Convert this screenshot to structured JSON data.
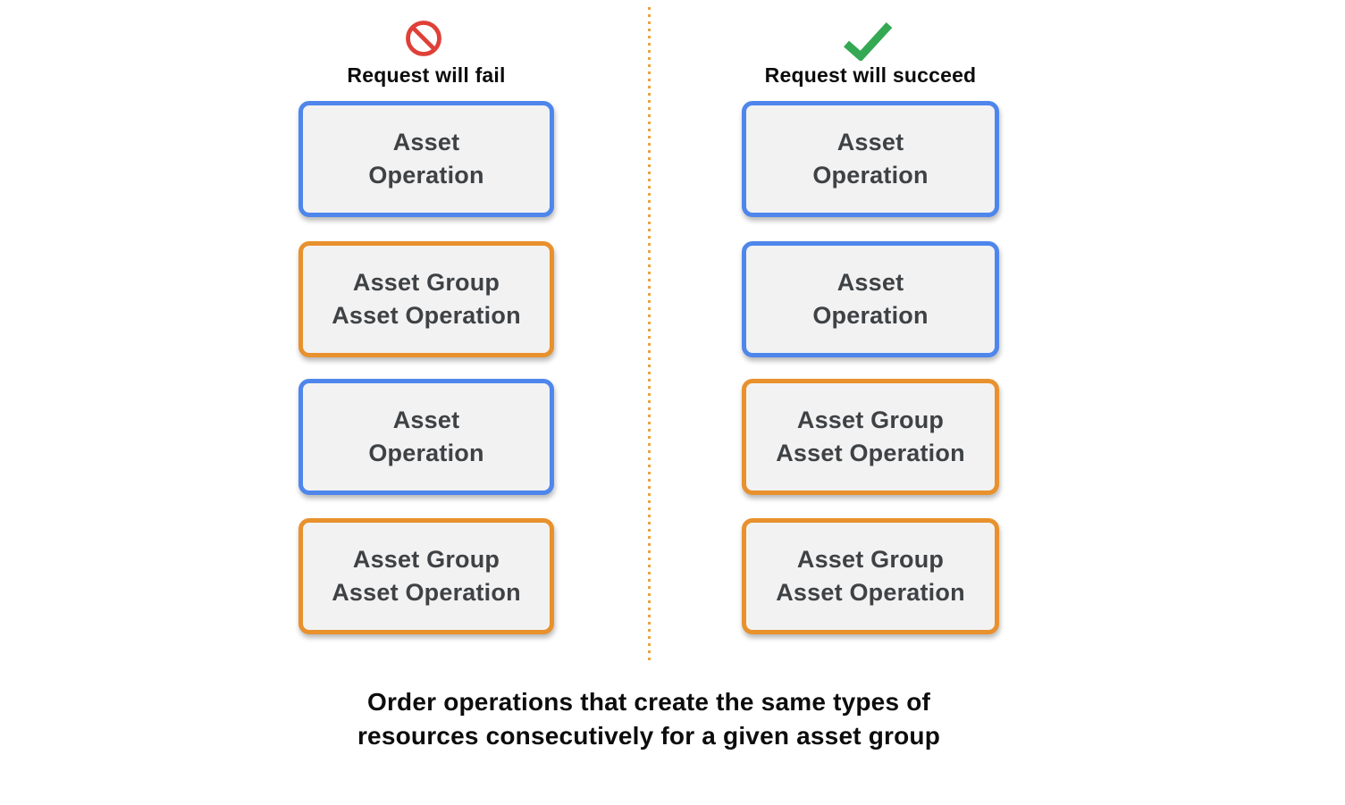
{
  "colors": {
    "blue_border": "#4e86ec",
    "orange_border": "#e8912d",
    "box_fill": "#f2f2f2",
    "box_text": "#3f4245",
    "fail_red": "#df4037",
    "success_green": "#34a853",
    "divider_orange": "#eca23e",
    "heading_text": "#0c0c0c"
  },
  "fail_column": {
    "heading": "Request will fail",
    "icon": "prohibition-icon",
    "boxes": [
      {
        "style": "blue",
        "lines": [
          "Asset",
          "Operation"
        ]
      },
      {
        "style": "orange",
        "lines": [
          "Asset Group",
          "Asset Operation"
        ]
      },
      {
        "style": "blue",
        "lines": [
          "Asset",
          "Operation"
        ]
      },
      {
        "style": "orange",
        "lines": [
          "Asset Group",
          "Asset Operation"
        ]
      }
    ]
  },
  "succeed_column": {
    "heading": "Request will succeed",
    "icon": "checkmark-icon",
    "boxes": [
      {
        "style": "blue",
        "lines": [
          "Asset",
          "Operation"
        ]
      },
      {
        "style": "blue",
        "lines": [
          "Asset",
          "Operation"
        ]
      },
      {
        "style": "orange",
        "lines": [
          "Asset Group",
          "Asset Operation"
        ]
      },
      {
        "style": "orange",
        "lines": [
          "Asset Group",
          "Asset Operation"
        ]
      }
    ]
  },
  "caption": {
    "line1": "Order operations that create the same types of",
    "line2": "resources consecutively for a given asset group"
  }
}
